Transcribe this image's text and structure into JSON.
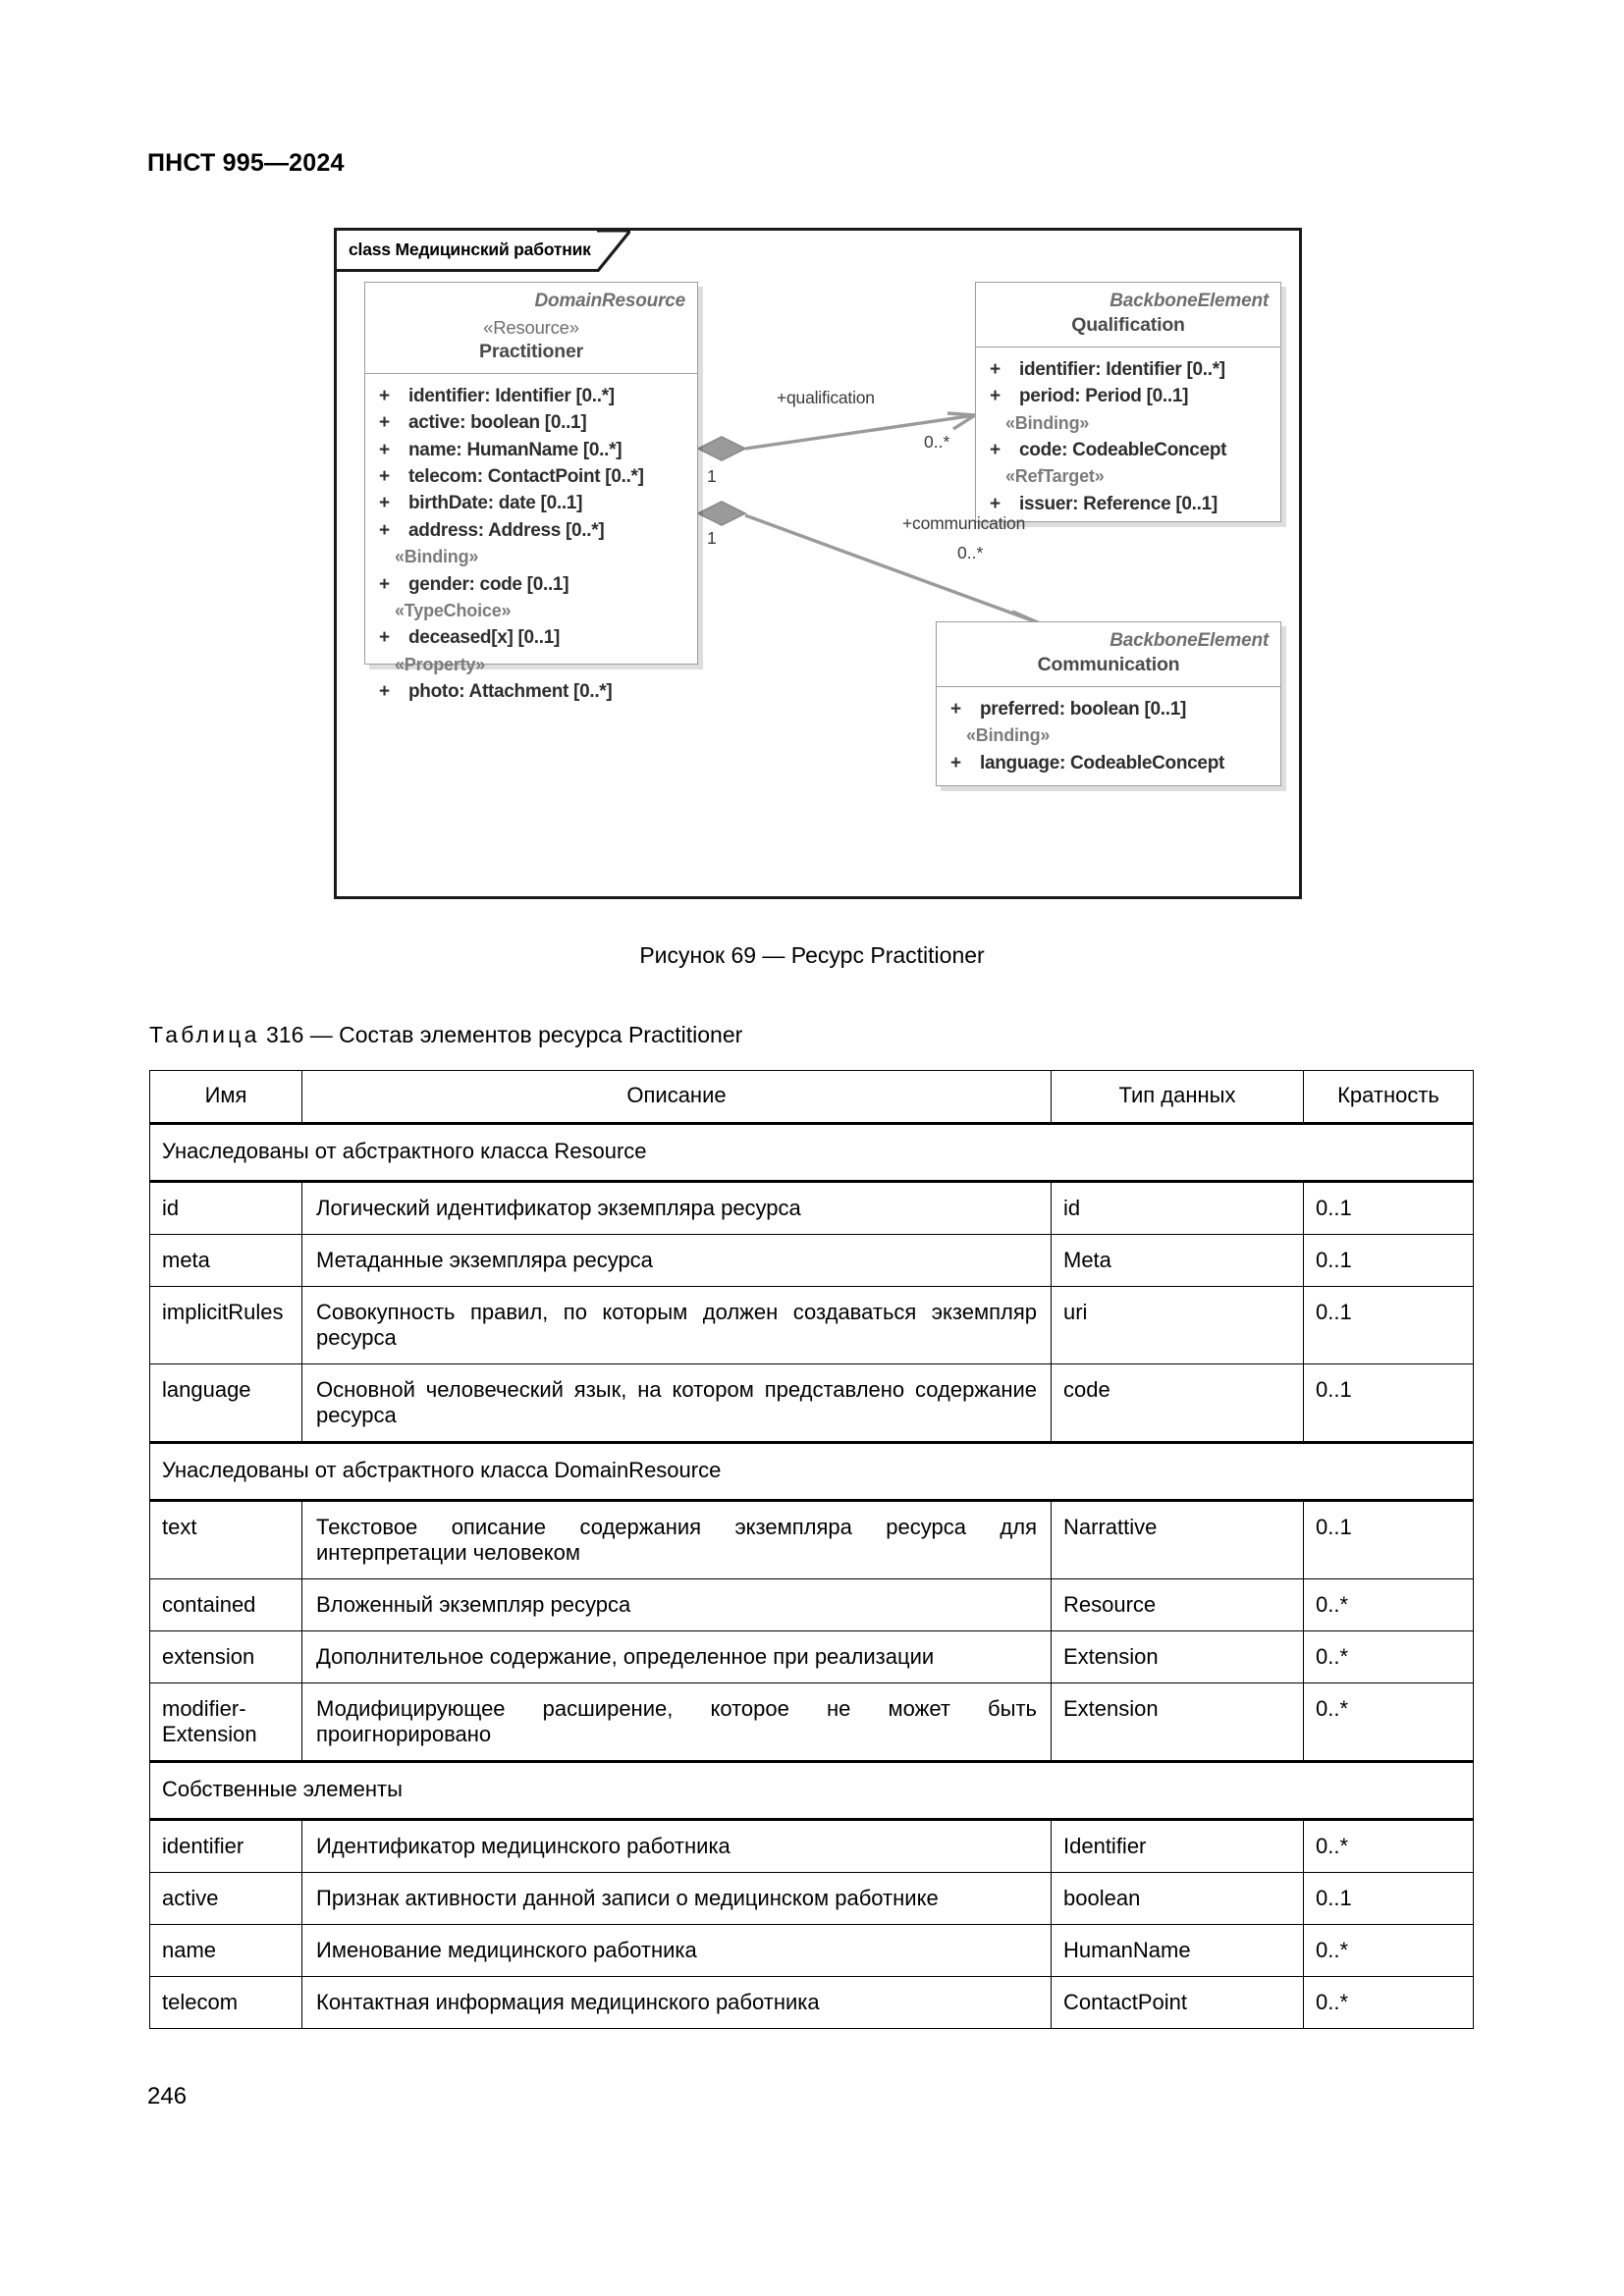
{
  "document": {
    "header": "ПНСТ 995—2024",
    "page_number": "246"
  },
  "figure": {
    "frame_label": "class Медицинский работник",
    "caption": "Рисунок 69 — Ресурс Practitioner",
    "classes": [
      {
        "id": "practitioner",
        "stereotype_top": "DomainResource",
        "stereotype_center": "«Resource»",
        "title": "Practitioner",
        "attributes": [
          {
            "kind": "attr",
            "visibility": "+",
            "text": "identifier: Identifier [0..*]"
          },
          {
            "kind": "attr",
            "visibility": "+",
            "text": "active: boolean [0..1]"
          },
          {
            "kind": "attr",
            "visibility": "+",
            "text": "name: HumanName [0..*]"
          },
          {
            "kind": "attr",
            "visibility": "+",
            "text": "telecom: ContactPoint [0..*]"
          },
          {
            "kind": "attr",
            "visibility": "+",
            "text": "birthDate: date [0..1]"
          },
          {
            "kind": "attr",
            "visibility": "+",
            "text": "address: Address [0..*]"
          },
          {
            "kind": "stereo",
            "text": "«Binding»"
          },
          {
            "kind": "attr",
            "visibility": "+",
            "text": "gender: code [0..1]"
          },
          {
            "kind": "stereo",
            "text": "«TypeChoice»"
          },
          {
            "kind": "attr",
            "visibility": "+",
            "text": "deceased[x] [0..1]"
          },
          {
            "kind": "stereo",
            "text": "«Property»"
          },
          {
            "kind": "attr",
            "visibility": "+",
            "text": "photo: Attachment [0..*]"
          }
        ]
      },
      {
        "id": "qualification",
        "stereotype_top": "BackboneElement",
        "stereotype_center": "",
        "title": "Qualification",
        "attributes": [
          {
            "kind": "attr",
            "visibility": "+",
            "text": "identifier: Identifier [0..*]"
          },
          {
            "kind": "attr",
            "visibility": "+",
            "text": "period: Period [0..1]"
          },
          {
            "kind": "stereo",
            "text": "«Binding»"
          },
          {
            "kind": "attr",
            "visibility": "+",
            "text": "code: CodeableConcept"
          },
          {
            "kind": "stereo",
            "text": "«RefTarget»"
          },
          {
            "kind": "attr",
            "visibility": "+",
            "text": "issuer: Reference [0..1]"
          }
        ]
      },
      {
        "id": "communication",
        "stereotype_top": "BackboneElement",
        "stereotype_center": "",
        "title": "Communication",
        "attributes": [
          {
            "kind": "attr",
            "visibility": "+",
            "text": "preferred: boolean [0..1]"
          },
          {
            "kind": "stereo",
            "text": "«Binding»"
          },
          {
            "kind": "attr",
            "visibility": "+",
            "text": "language: CodeableConcept"
          }
        ]
      }
    ],
    "connectors": [
      {
        "id": "qualification",
        "role_label": "+qualification",
        "source_mult": "1",
        "target_mult": "0..*"
      },
      {
        "id": "communication",
        "role_label": "+communication",
        "source_mult": "1",
        "target_mult": "0..*"
      }
    ]
  },
  "table": {
    "caption_prefix": "Таблица",
    "caption_rest": " 316 — Состав элементов ресурса Practitioner",
    "headers": [
      "Имя",
      "Описание",
      "Тип данных",
      "Кратность"
    ],
    "rows": [
      {
        "type": "section",
        "label": "Унаследованы от абстрактного класса Resource"
      },
      {
        "type": "data",
        "name": "id",
        "description": "Логический идентификатор экземпляра ресурса",
        "datatype": "id",
        "cardinality": "0..1"
      },
      {
        "type": "data",
        "name": "meta",
        "description": "Метаданные экземпляра ресурса",
        "datatype": "Meta",
        "cardinality": "0..1"
      },
      {
        "type": "data",
        "name": "implicitRules",
        "description": "Совокупность правил, по которым должен создаваться экземпляр ресурса",
        "datatype": "uri",
        "cardinality": "0..1"
      },
      {
        "type": "data",
        "name": "language",
        "description": "Основной человеческий язык, на котором представлено содержание ресурса",
        "datatype": "code",
        "cardinality": "0..1"
      },
      {
        "type": "section",
        "label": "Унаследованы от абстрактного класса DomainResource"
      },
      {
        "type": "data",
        "name": "text",
        "description": "Текстовое описание содержания экземпляра ресурса для интерпретации человеком",
        "datatype": "Narrattive",
        "cardinality": "0..1"
      },
      {
        "type": "data",
        "name": "contained",
        "description": "Вложенный экземпляр ресурса",
        "datatype": "Resource",
        "cardinality": "0..*"
      },
      {
        "type": "data",
        "name": "extension",
        "description": "Дополнительное содержание, определенное при реализации",
        "datatype": "Extension",
        "cardinality": "0..*"
      },
      {
        "type": "data",
        "name": "modifier-Extension",
        "description": "Модифицирующее расширение, которое не может быть проигнорировано",
        "datatype": "Extension",
        "cardinality": "0..*"
      },
      {
        "type": "section",
        "label": "Собственные элементы"
      },
      {
        "type": "data",
        "name": "identifier",
        "description": "Идентификатор медицинского работника",
        "datatype": "Identifier",
        "cardinality": "0..*"
      },
      {
        "type": "data",
        "name": "active",
        "description": "Признак активности данной записи о медицинском работнике",
        "datatype": "boolean",
        "cardinality": "0..1"
      },
      {
        "type": "data",
        "name": "name",
        "description": "Именование медицинского работника",
        "datatype": "HumanName",
        "cardinality": "0..*"
      },
      {
        "type": "data",
        "name": "telecom",
        "description": "Контактная информация медицинского работника",
        "datatype": "ContactPoint",
        "cardinality": "0..*"
      }
    ]
  }
}
